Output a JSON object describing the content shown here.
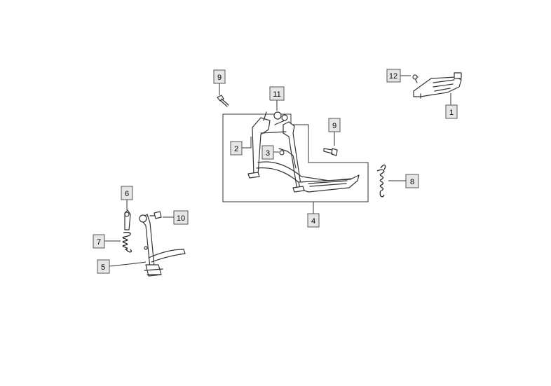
{
  "callouts": [
    {
      "id": "c1",
      "label": "1"
    },
    {
      "id": "c2",
      "label": "2"
    },
    {
      "id": "c3",
      "label": "3"
    },
    {
      "id": "c4",
      "label": "4"
    },
    {
      "id": "c5",
      "label": "5"
    },
    {
      "id": "c6",
      "label": "6"
    },
    {
      "id": "c7",
      "label": "7"
    },
    {
      "id": "c8",
      "label": "8"
    },
    {
      "id": "c9a",
      "label": "9"
    },
    {
      "id": "c9b",
      "label": "9"
    },
    {
      "id": "c10",
      "label": "10"
    },
    {
      "id": "c11",
      "label": "11"
    },
    {
      "id": "c12",
      "label": "12"
    }
  ],
  "colors": {
    "line": "#333333",
    "callout_fill": "#e6e6e6",
    "callout_stroke": "#555555"
  }
}
